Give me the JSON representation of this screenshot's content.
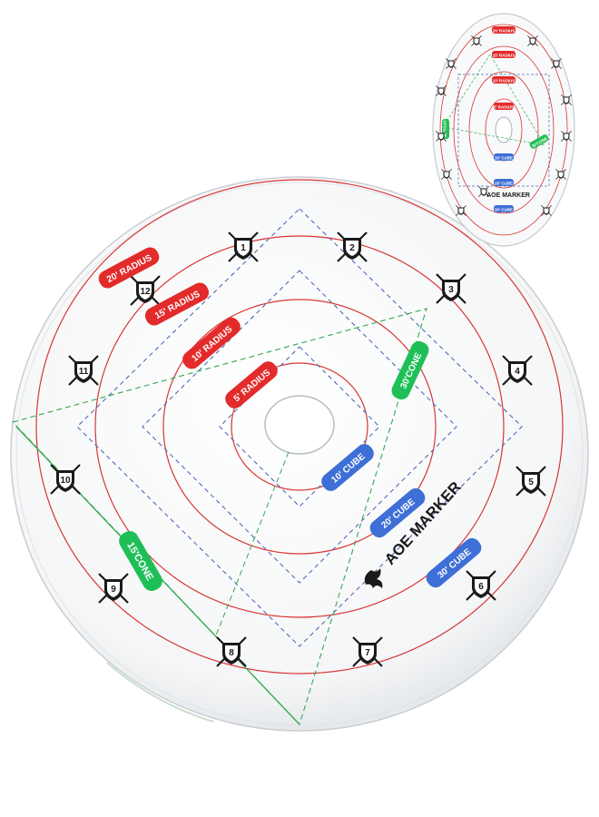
{
  "product": {
    "brand": "AOE MARKER",
    "colors": {
      "disc_fill": "#f7f8f9",
      "disc_edge": "#c9ced3",
      "radius_red": "#e32b2b",
      "cube_blue": "#3d6fd6",
      "cone_green": "#1fbf57",
      "guide_blue": "#4f6bb8",
      "guide_green": "#2fa84f",
      "guide_red": "#d93535",
      "ink": "#1a1a1a"
    }
  },
  "main_disc": {
    "labels": {
      "radius_20": "20' RADIUS",
      "radius_15": "15' RADIUS",
      "radius_10": "10' RADIUS",
      "radius_5": "5' RADIUS",
      "cube_10": "10' CUBE",
      "cube_20": "20' CUBE",
      "cube_30": "30' CUBE",
      "cone_30": "30'CONE",
      "cone_15": "15'CONE"
    },
    "clock_numbers": [
      "1",
      "2",
      "3",
      "4",
      "5",
      "6",
      "7",
      "8",
      "9",
      "10",
      "11",
      "12"
    ],
    "icon": "shield-crossed-swords-icon",
    "logo_icon": "dragon-icon"
  },
  "thumb_disc": {
    "labels": {
      "radius_20": "20' RADIUS",
      "radius_15": "15' RADIUS",
      "radius_10": "10' RADIUS",
      "radius_5": "5' RADIUS",
      "cube_10": "10' CUBE",
      "cube_20": "20' CUBE",
      "cube_30": "30' CUBE",
      "cone_15": "15'CONE",
      "cone_30": "30'CONE"
    },
    "brand": "AOE MARKER"
  }
}
